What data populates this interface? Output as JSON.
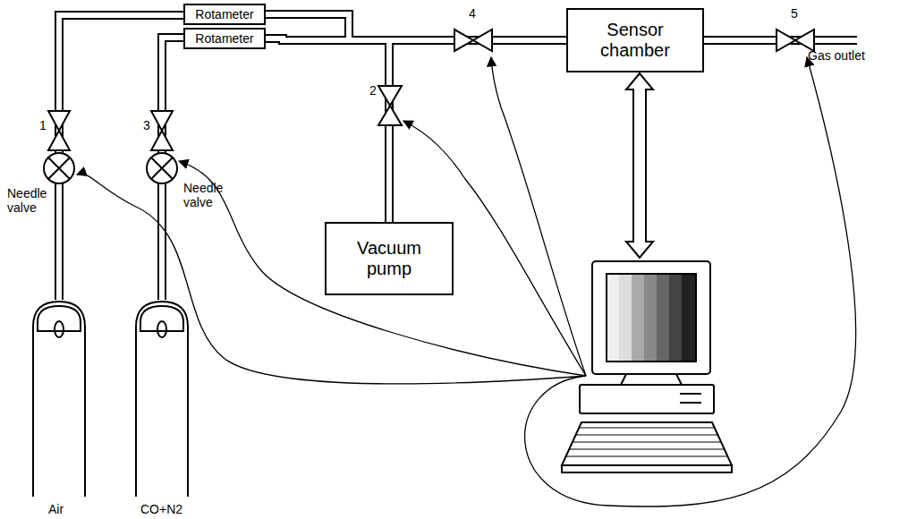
{
  "diagram": {
    "nodes": [
      {
        "text": [
          "Rotameter"
        ]
      },
      {
        "text": [
          "Rotameter"
        ]
      },
      {
        "text": [
          "Sensor chamber"
        ]
      },
      {
        "text": [
          "Vacuum pump"
        ]
      }
    ],
    "edges": [
      {
        "from": 0,
        "to": 2,
        "arrow": "none"
      },
      {
        "from": 1,
        "to": 2,
        "arrow": "none"
      },
      {
        "from": 3,
        "to": 2,
        "arrow": "none"
      }
    ],
    "labels": [
      "1",
      "3",
      "2",
      "4",
      "5",
      "Needle valve",
      "Needle valve",
      "Air",
      "CO+N2",
      "Gas outlet"
    ]
  }
}
